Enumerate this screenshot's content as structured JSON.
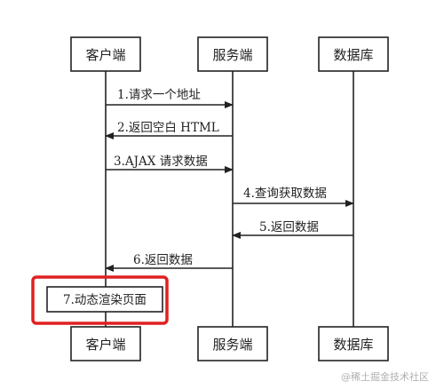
{
  "participants": [
    {
      "label": "客户端"
    },
    {
      "label": "服务端"
    },
    {
      "label": "数据库"
    }
  ],
  "messages": [
    {
      "label": "1.请求一个地址",
      "from": 0,
      "to": 1
    },
    {
      "label": "2.返回空白 HTML",
      "from": 1,
      "to": 0
    },
    {
      "label": "3.AJAX 请求数据",
      "from": 0,
      "to": 1
    },
    {
      "label": "4.查询获取数据",
      "from": 1,
      "to": 2
    },
    {
      "label": "5.返回数据",
      "from": 2,
      "to": 1
    },
    {
      "label": "6.返回数据",
      "from": 1,
      "to": 0
    }
  ],
  "self_step": {
    "label": "7.动态渲染页面",
    "highlight_color": "#e02020"
  },
  "watermark": "@稀土掘金技术社区",
  "colors": {
    "line": "#222222",
    "highlight": "#e02020"
  }
}
